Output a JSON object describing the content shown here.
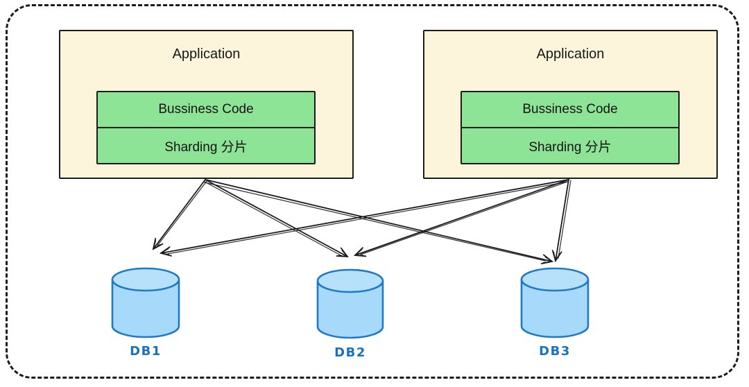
{
  "canvas": {
    "background": "#FFFFFF",
    "frame_border_color": "#1A1A1A"
  },
  "apps": [
    {
      "title": "Application",
      "layers": [
        {
          "label": "Bussiness Code"
        },
        {
          "label": "Sharding 分片"
        }
      ]
    },
    {
      "title": "Application",
      "layers": [
        {
          "label": "Bussiness Code"
        },
        {
          "label": "Sharding 分片"
        }
      ]
    }
  ],
  "databases": [
    {
      "label": "DB1"
    },
    {
      "label": "DB2"
    },
    {
      "label": "DB3"
    }
  ],
  "connections": [
    {
      "from": "application-1",
      "to": "DB1"
    },
    {
      "from": "application-1",
      "to": "DB2"
    },
    {
      "from": "application-1",
      "to": "DB3"
    },
    {
      "from": "application-2",
      "to": "DB1"
    },
    {
      "from": "application-2",
      "to": "DB2"
    },
    {
      "from": "application-2",
      "to": "DB3"
    }
  ],
  "colors": {
    "app_fill": "#FCF5DC",
    "app_stroke": "#1B1B1B",
    "layer_fill": "#8DE396",
    "layer_stroke": "#1B1B1B",
    "arrow": "#1A1A1A",
    "db_fill": "#A6D9FA",
    "db_top_fill": "#B7E1FB",
    "db_stroke": "#1E7AC8",
    "db_label_color": "#1971C2"
  }
}
